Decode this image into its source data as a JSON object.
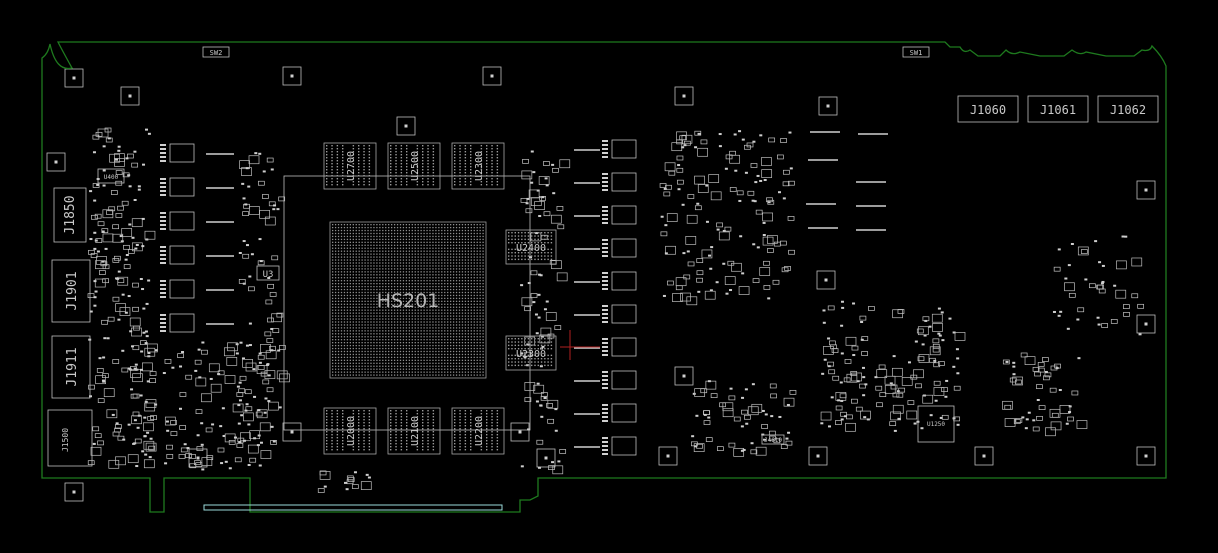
{
  "board": {
    "outline_color": "#1e7a1e",
    "silk_color": "#c9c9c9",
    "edge_connector_color": "#9adada",
    "accent_line_color": "#b02020",
    "background": "#000000"
  },
  "gpu": {
    "label": "HS201"
  },
  "memory_top": [
    "U2700",
    "U2500",
    "U2300"
  ],
  "memory_bottom": [
    "U2000",
    "U2100",
    "U2200"
  ],
  "memory_right": [
    "U2400",
    "U2300"
  ],
  "connectors_left": [
    "J1850",
    "J1901",
    "J1911"
  ],
  "connectors_top": [
    "J1060",
    "J1061",
    "J1062"
  ],
  "switches": [
    "SW2",
    "SW1"
  ],
  "small_labels": {
    "u3": "U3",
    "u400": "U400",
    "j1500": "J1500",
    "u1250": "U1250",
    "j4610": "J4610"
  }
}
